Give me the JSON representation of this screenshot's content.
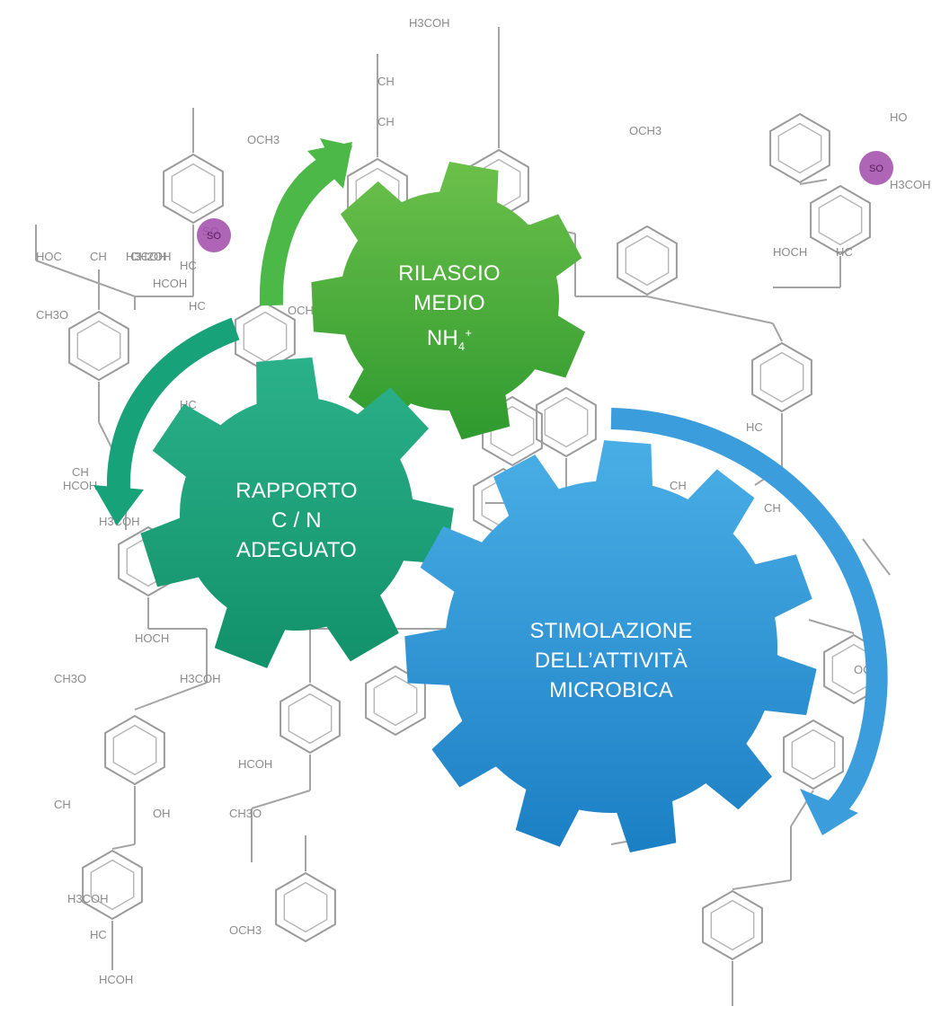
{
  "gears": {
    "rilascio": {
      "line1": "RILASCIO",
      "line2": "MEDIO",
      "formula_base": "NH",
      "formula_sub": "4",
      "formula_sup": "+",
      "color_top": "#6cc04a",
      "color_bottom": "#2f9a2f"
    },
    "rapporto": {
      "line1": "RAPPORTO",
      "line2": "C / N",
      "line3": "ADEGUATO",
      "color_top": "#2bb18a",
      "color_bottom": "#12916a"
    },
    "stimolazione": {
      "line1": "STIMOLAZIONE",
      "line2": "DELL’ATTIVITÀ",
      "line3": "MICROBICA",
      "color_top": "#4aaee6",
      "color_bottom": "#1b7fc4"
    }
  },
  "arrows": {
    "green_color": "#4cb848",
    "teal_color": "#17a27a",
    "blue_color": "#3b9ddc"
  },
  "background": {
    "sulfonate_label": "SO",
    "sulfonate_color": "#a04aa8",
    "structure_labels": [
      "H3COH",
      "CH",
      "CH",
      "HC",
      "OCH3",
      "HCOH",
      "HC",
      "SO",
      "H3COH",
      "HOC",
      "CH",
      "CH2OH",
      "CH3O",
      "HC",
      "CH",
      "HCOH",
      "H3COH",
      "HC",
      "OCH3",
      "OCH3",
      "H3COH",
      "HO",
      "HC",
      "HOCH",
      "CH3O",
      "HC",
      "CH",
      "HC",
      "CH",
      "HC",
      "HOCH",
      "CH3O",
      "H3COH",
      "HCOH",
      "CH3O",
      "OH",
      "CH",
      "H3COH",
      "OCH3",
      "HCOH",
      "HC",
      "OCH3"
    ]
  }
}
